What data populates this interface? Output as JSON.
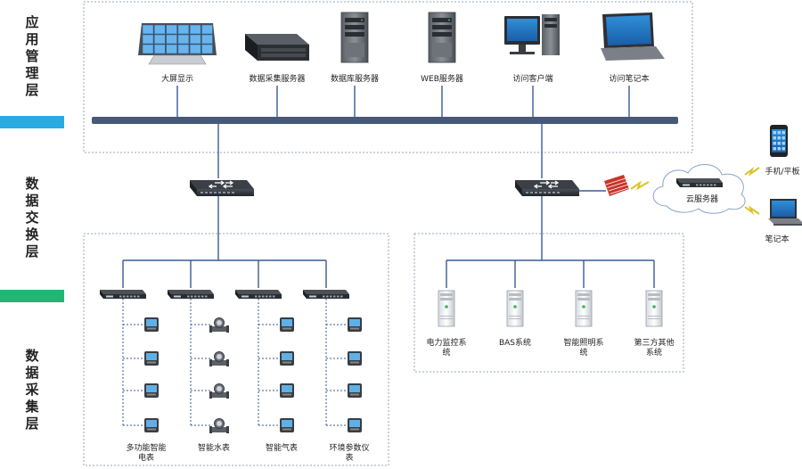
{
  "layers": {
    "application": "应用管理层",
    "exchange": "数据交换层",
    "collection": "数据采集层"
  },
  "app_devices": [
    {
      "label": "大屏显示",
      "icon": "video-wall-icon"
    },
    {
      "label": "数据采集服务器",
      "icon": "rack-server-icon"
    },
    {
      "label": "数据库服务器",
      "icon": "tower-server-icon"
    },
    {
      "label": "WEB服务器",
      "icon": "tower-server-icon"
    },
    {
      "label": "访问客户端",
      "icon": "desktop-pc-icon"
    },
    {
      "label": "访问笔记本",
      "icon": "laptop-icon"
    }
  ],
  "cloud": {
    "label": "云服务器",
    "clients": [
      {
        "label": "手机/平板",
        "icon": "smartphone-icon"
      },
      {
        "label": "笔记本",
        "icon": "laptop-icon"
      }
    ]
  },
  "collection_groups": [
    {
      "label_lines": [
        "多功能智能",
        "电表"
      ],
      "device": "power-meter-icon"
    },
    {
      "label_lines": [
        "智能水表"
      ],
      "device": "water-meter-icon"
    },
    {
      "label_lines": [
        "智能气表"
      ],
      "device": "power-meter-icon"
    },
    {
      "label_lines": [
        "环境参数仪",
        "表"
      ],
      "device": "power-meter-icon"
    }
  ],
  "third_party_systems": [
    {
      "label_lines": [
        "电力监控系",
        "统"
      ]
    },
    {
      "label_lines": [
        "BAS系统"
      ]
    },
    {
      "label_lines": [
        "智能照明系",
        "统"
      ]
    },
    {
      "label_lines": [
        "第三方其他",
        "系统"
      ]
    }
  ],
  "colors": {
    "bus": "#46597a",
    "link": "#3a5a96",
    "accent_blue": "#29abe2",
    "accent_green": "#22b573",
    "firewall": "#c8342b",
    "lightning": "#d8c42a"
  }
}
